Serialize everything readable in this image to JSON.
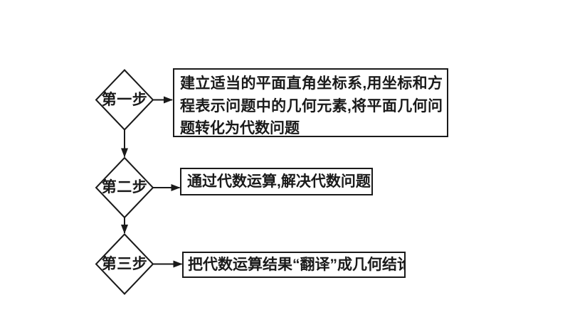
{
  "canvas": {
    "background": "#ffffff",
    "ink_color": "#1a1a1a"
  },
  "flowchart": {
    "steps": [
      {
        "label": "第一步",
        "description": "建立适当的平面直角坐标系,用坐标和方程表示问题中的几何元素,将平面几何问题转化为代数问题"
      },
      {
        "label": "第二步",
        "description": "通过代数运算,解决代数问题"
      },
      {
        "label": "第三步",
        "description": "把代数运算结果“翻译”成几何结论"
      }
    ]
  }
}
